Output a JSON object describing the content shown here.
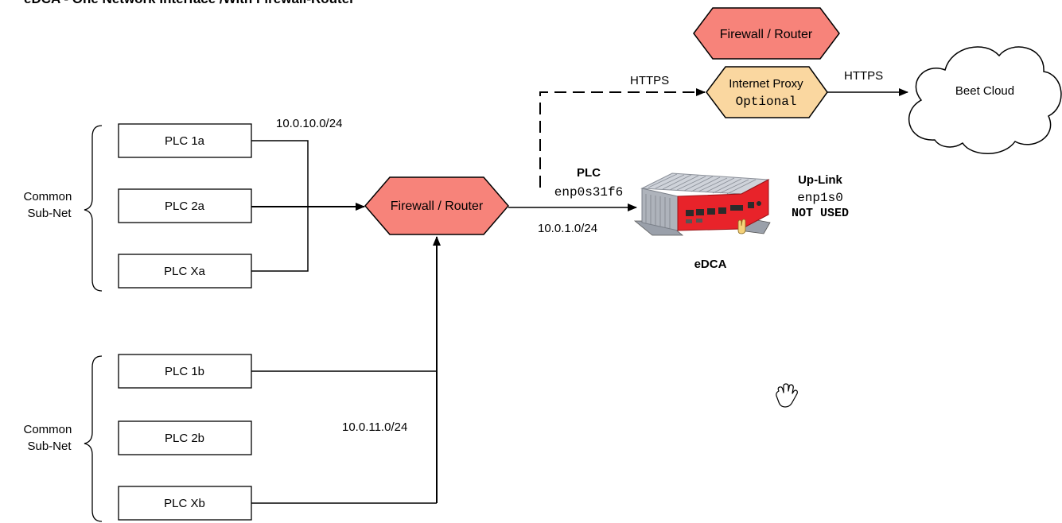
{
  "title": "eDCA - One Network Interface /With Firewall-Router",
  "colors": {
    "firewall_fill": "#f7837a",
    "proxy_fill": "#fad7a0",
    "edca_red": "#e8232a",
    "edca_metal": "#bfc4cc",
    "line": "#000000"
  },
  "groups": {
    "a": {
      "label_line1": "Common",
      "label_line2": "Sub-Net",
      "subnet": "10.0.10.0/24"
    },
    "b": {
      "label_line1": "Common",
      "label_line2": "Sub-Net",
      "subnet": "10.0.11.0/24"
    }
  },
  "plcs": {
    "p1a": "PLC 1a",
    "p2a": "PLC 2a",
    "pxa": "PLC Xa",
    "p1b": "PLC 1b",
    "p2b": "PLC 2b",
    "pxb": "PLC Xb"
  },
  "firewall_main": {
    "label": "Firewall / Router"
  },
  "firewall_top": {
    "label": "Firewall / Router"
  },
  "proxy": {
    "line1": "Internet Proxy",
    "line2": "Optional"
  },
  "cloud": {
    "label": "Beet Cloud"
  },
  "links": {
    "https_left": "HTTPS",
    "https_right": "HTTPS",
    "uplink_subnet": "10.0.1.0/24"
  },
  "edca": {
    "plc_port_title": "PLC",
    "plc_port_iface": "enp0s31f6",
    "uplink_title": "Up-Link",
    "uplink_iface": "enp1s0",
    "uplink_status": "NOT USED",
    "label": "eDCA"
  },
  "icons": {
    "cursor": "hand-grab-icon"
  }
}
